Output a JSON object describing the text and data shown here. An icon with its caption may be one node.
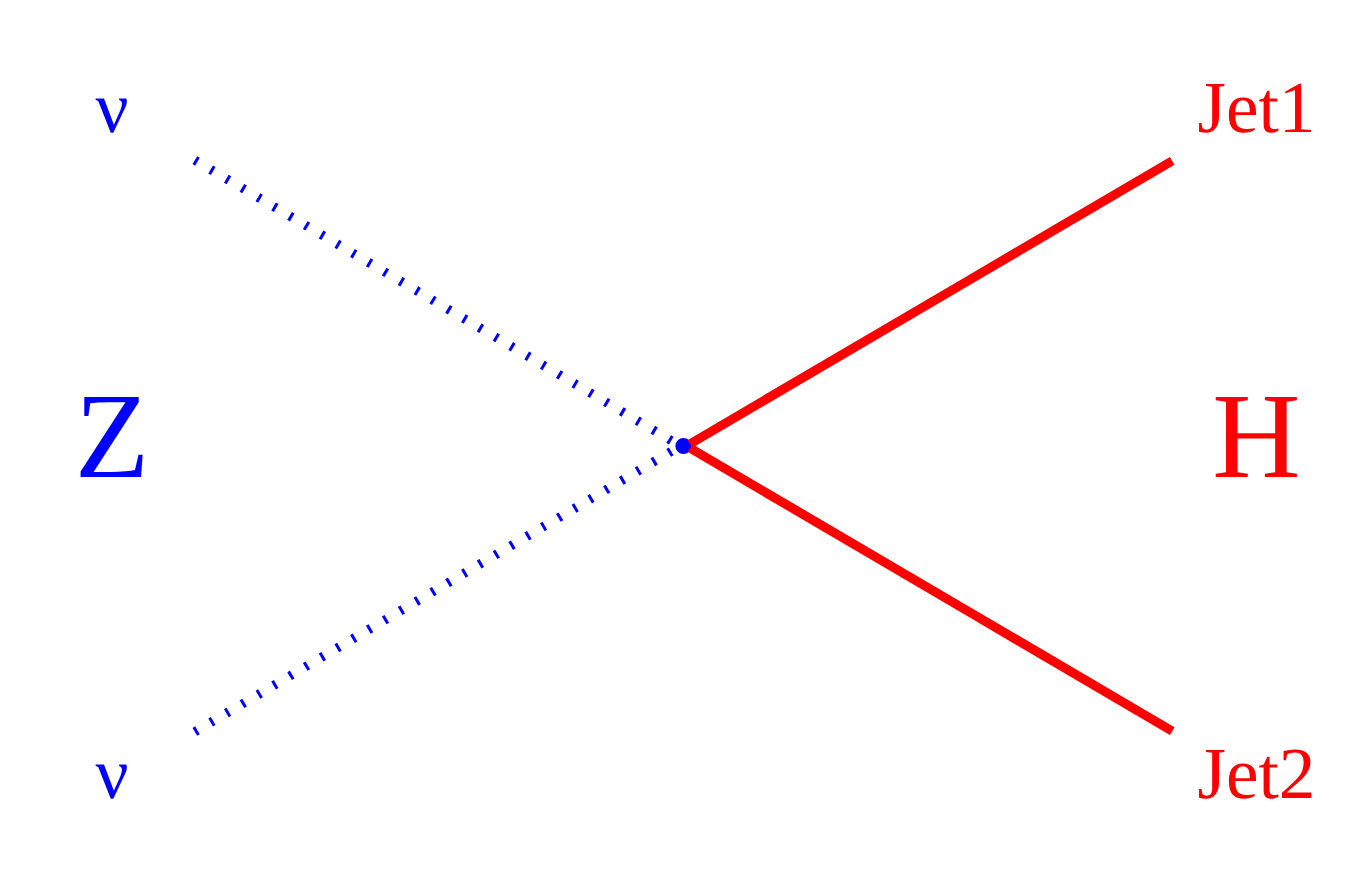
{
  "diagram": {
    "nodes": [
      {
        "text": [
          "ν"
        ]
      },
      {
        "text": [
          "ν"
        ]
      },
      {
        "text": [],
        "shape": "point"
      },
      {
        "text": [
          "Jet1"
        ]
      },
      {
        "text": [
          "Jet2"
        ]
      }
    ],
    "edges": [
      {
        "from": 0,
        "to": 2,
        "arrow": "none",
        "style": "dashed",
        "color": "#0000ff"
      },
      {
        "from": 1,
        "to": 2,
        "arrow": "none",
        "style": "dashed",
        "color": "#0000ff"
      },
      {
        "from": 2,
        "to": 3,
        "arrow": "none",
        "color": "#ff0000"
      },
      {
        "from": 2,
        "to": 4,
        "arrow": "none",
        "color": "#ff0000"
      }
    ],
    "labels": [
      "Z",
      "H"
    ]
  }
}
